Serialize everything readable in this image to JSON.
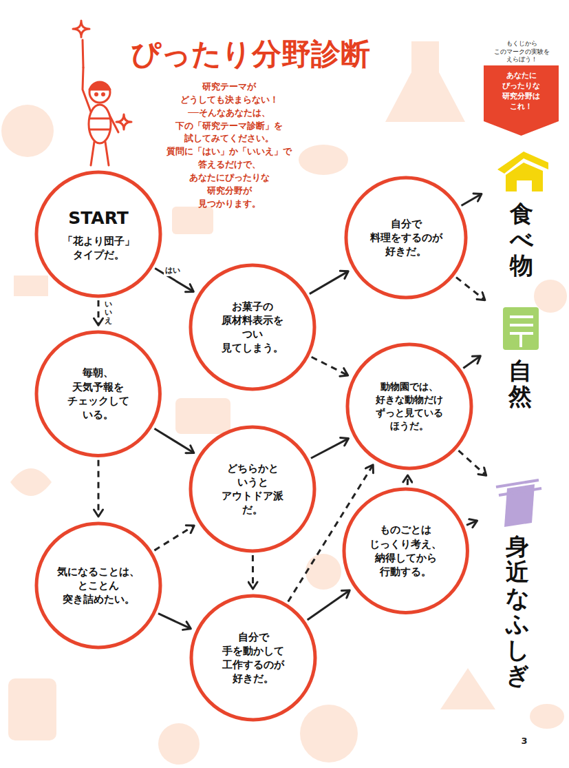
{
  "diagram": {
    "title": "ぴったり分野診断",
    "nodes": [
      {
        "text": [
          "START",
          "「花より団子」 タイプだ。"
        ]
      },
      {
        "text": [
          "お菓子の 原材料表示を つい 見てしまう。"
        ]
      },
      {
        "text": [
          "自分で 料理をするのが 好きだ。"
        ]
      },
      {
        "text": [
          "毎朝、 天気予報を チェックして いる。"
        ]
      },
      {
        "text": [
          "どちらかと いうと アウトドア派 だ。"
        ]
      },
      {
        "text": [
          "動物園では、 好きな動物だけ ずっと見ている ほうだ。"
        ]
      },
      {
        "text": [
          "気になることは、 とことん 突き詰めたい。"
        ]
      },
      {
        "text": [
          "自分で 手を動かして 工作するのが 好きだ。"
        ]
      },
      {
        "text": [
          "ものごとは じっくり考え、 納得してから 行動する。"
        ]
      },
      {
        "text": [
          "食べ物"
        ]
      },
      {
        "text": [
          "自然"
        ]
      },
      {
        "text": [
          "身近なふしぎ"
        ]
      }
    ],
    "edges": [
      {
        "from": 0,
        "to": 1,
        "arrow": "to",
        "label": "はい"
      },
      {
        "from": 0,
        "to": 3,
        "arrow": "to",
        "label": "いいえ"
      },
      {
        "from": 1,
        "to": 2,
        "arrow": "to"
      },
      {
        "from": 1,
        "to": 5,
        "arrow": "to"
      },
      {
        "from": 2,
        "to": 9,
        "arrow": "to"
      },
      {
        "from": 2,
        "to": 10,
        "arrow": "to"
      },
      {
        "from": 3,
        "to": 4,
        "arrow": "to"
      },
      {
        "from": 3,
        "to": 6,
        "arrow": "to"
      },
      {
        "from": 6,
        "to": 4,
        "arrow": "to"
      },
      {
        "from": 6,
        "to": 7,
        "arrow": "to"
      },
      {
        "from": 4,
        "to": 5,
        "arrow": "to"
      },
      {
        "from": 4,
        "to": 7,
        "arrow": "to"
      },
      {
        "from": 7,
        "to": 5,
        "arrow": "to"
      },
      {
        "from": 7,
        "to": 8,
        "arrow": "to"
      },
      {
        "from": 8,
        "to": 5,
        "arrow": "to"
      },
      {
        "from": 8,
        "to": 11,
        "arrow": "to"
      },
      {
        "from": 5,
        "to": 10,
        "arrow": "to"
      },
      {
        "from": 5,
        "to": 11,
        "arrow": "to"
      }
    ],
    "labels": [
      "研究テーマが どうしても決まらない！ ──そんなあなたは、 下の「研究テーマ診断」を 試してみてください。 質問に「はい」か「いいえ」で 答えるだけで、 あなたにぴったりな 研究分野が 見つかります。",
      "もくじから このマークの実験を えらぼう！",
      "あなたに ぴったりな 研究分野は これ！",
      "3"
    ]
  }
}
